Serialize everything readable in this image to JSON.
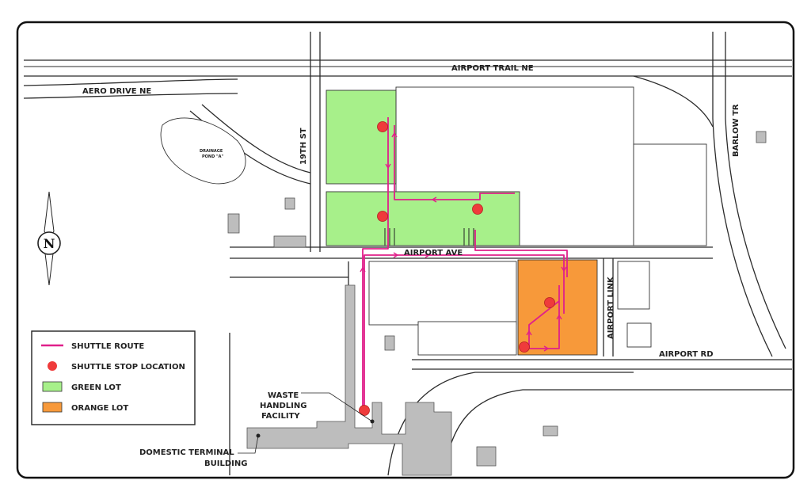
{
  "colors": {
    "green_lot": "#a7f08a",
    "orange_lot": "#f7993a",
    "route": "#e0208a",
    "stop": "#ef3b3b",
    "frame": "#111111"
  },
  "compass": {
    "letter": "N"
  },
  "labels": {
    "airport_trail": "AIRPORT TRAIL NE",
    "aero_drive": "AERO DRIVE NE",
    "nineteenth_st": "19TH ST",
    "barlow_tr": "BARLOW TR",
    "airport_ave": "AIRPORT AVE",
    "airport_link": "AIRPORT LINK",
    "airport_rd": "AIRPORT RD",
    "drainage_1": "DRAINAGE",
    "drainage_2": "POND \"A\"",
    "waste_1": "WASTE",
    "waste_2": "HANDLING",
    "waste_3": "FACILITY",
    "terminal_1": "DOMESTIC TERMINAL",
    "terminal_2": "BUILDING"
  },
  "legend": {
    "route": "SHUTTLE ROUTE",
    "stop": "SHUTTLE STOP LOCATION",
    "green": "GREEN LOT",
    "orange": "ORANGE LOT"
  }
}
